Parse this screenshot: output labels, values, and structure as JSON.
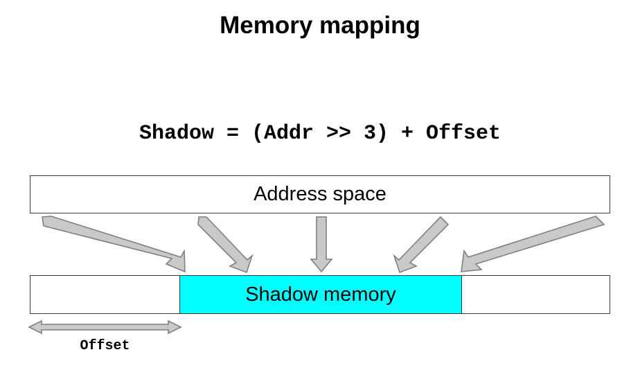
{
  "slide": {
    "title": "Memory mapping",
    "formula": "Shadow = (Addr >> 3) + Offset",
    "background_color": "#ffffff"
  },
  "diagram": {
    "address_space": {
      "label": "Address space",
      "fill_color": "#ffffff",
      "border_color": "#3b3b3b"
    },
    "shadow_memory": {
      "label": "Shadow memory",
      "fill_color": "#00ffff",
      "border_color": "#3b3b3b",
      "outer_fill_color": "#ffffff"
    },
    "offset": {
      "label": "Offset",
      "arrow_style": "double-headed"
    },
    "mapping_arrows": {
      "count": 5,
      "fill_color": "#c9c9c9",
      "outline_color": "#7f7f7f",
      "description": "Five arrows from the address space down into the shadow memory region"
    }
  }
}
